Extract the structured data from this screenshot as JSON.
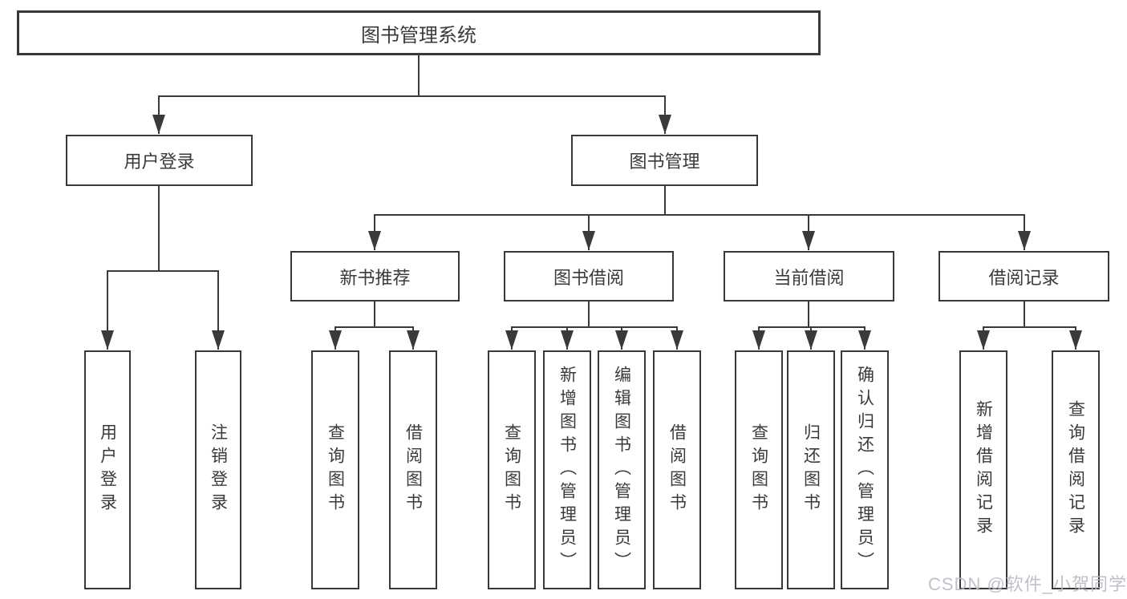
{
  "colors": {
    "background": "#ffffff",
    "box_border": "#383838",
    "line": "#3a3a3a",
    "text": "#3a3a3a",
    "watermark": "#b7bbc4"
  },
  "tree": {
    "root": {
      "label": "图书管理系统"
    },
    "level2": [
      {
        "label": "用户登录",
        "children": [
          "用户登录",
          "注销登录"
        ]
      },
      {
        "label": "图书管理",
        "children": [
          {
            "label": "新书推荐",
            "children": [
              "查询图书",
              "借阅图书"
            ]
          },
          {
            "label": "图书借阅",
            "children": [
              "查询图书",
              "新增图书（管理员）",
              "编辑图书（管理员）",
              "借阅图书"
            ]
          },
          {
            "label": "当前借阅",
            "children": [
              "查询图书",
              "归还图书",
              "确认归还（管理员）"
            ]
          },
          {
            "label": "借阅记录",
            "children": [
              "新增借阅记录",
              "查询借阅记录"
            ]
          }
        ]
      }
    ]
  },
  "watermark": {
    "text": "CSDN @软件_小贺同学"
  }
}
